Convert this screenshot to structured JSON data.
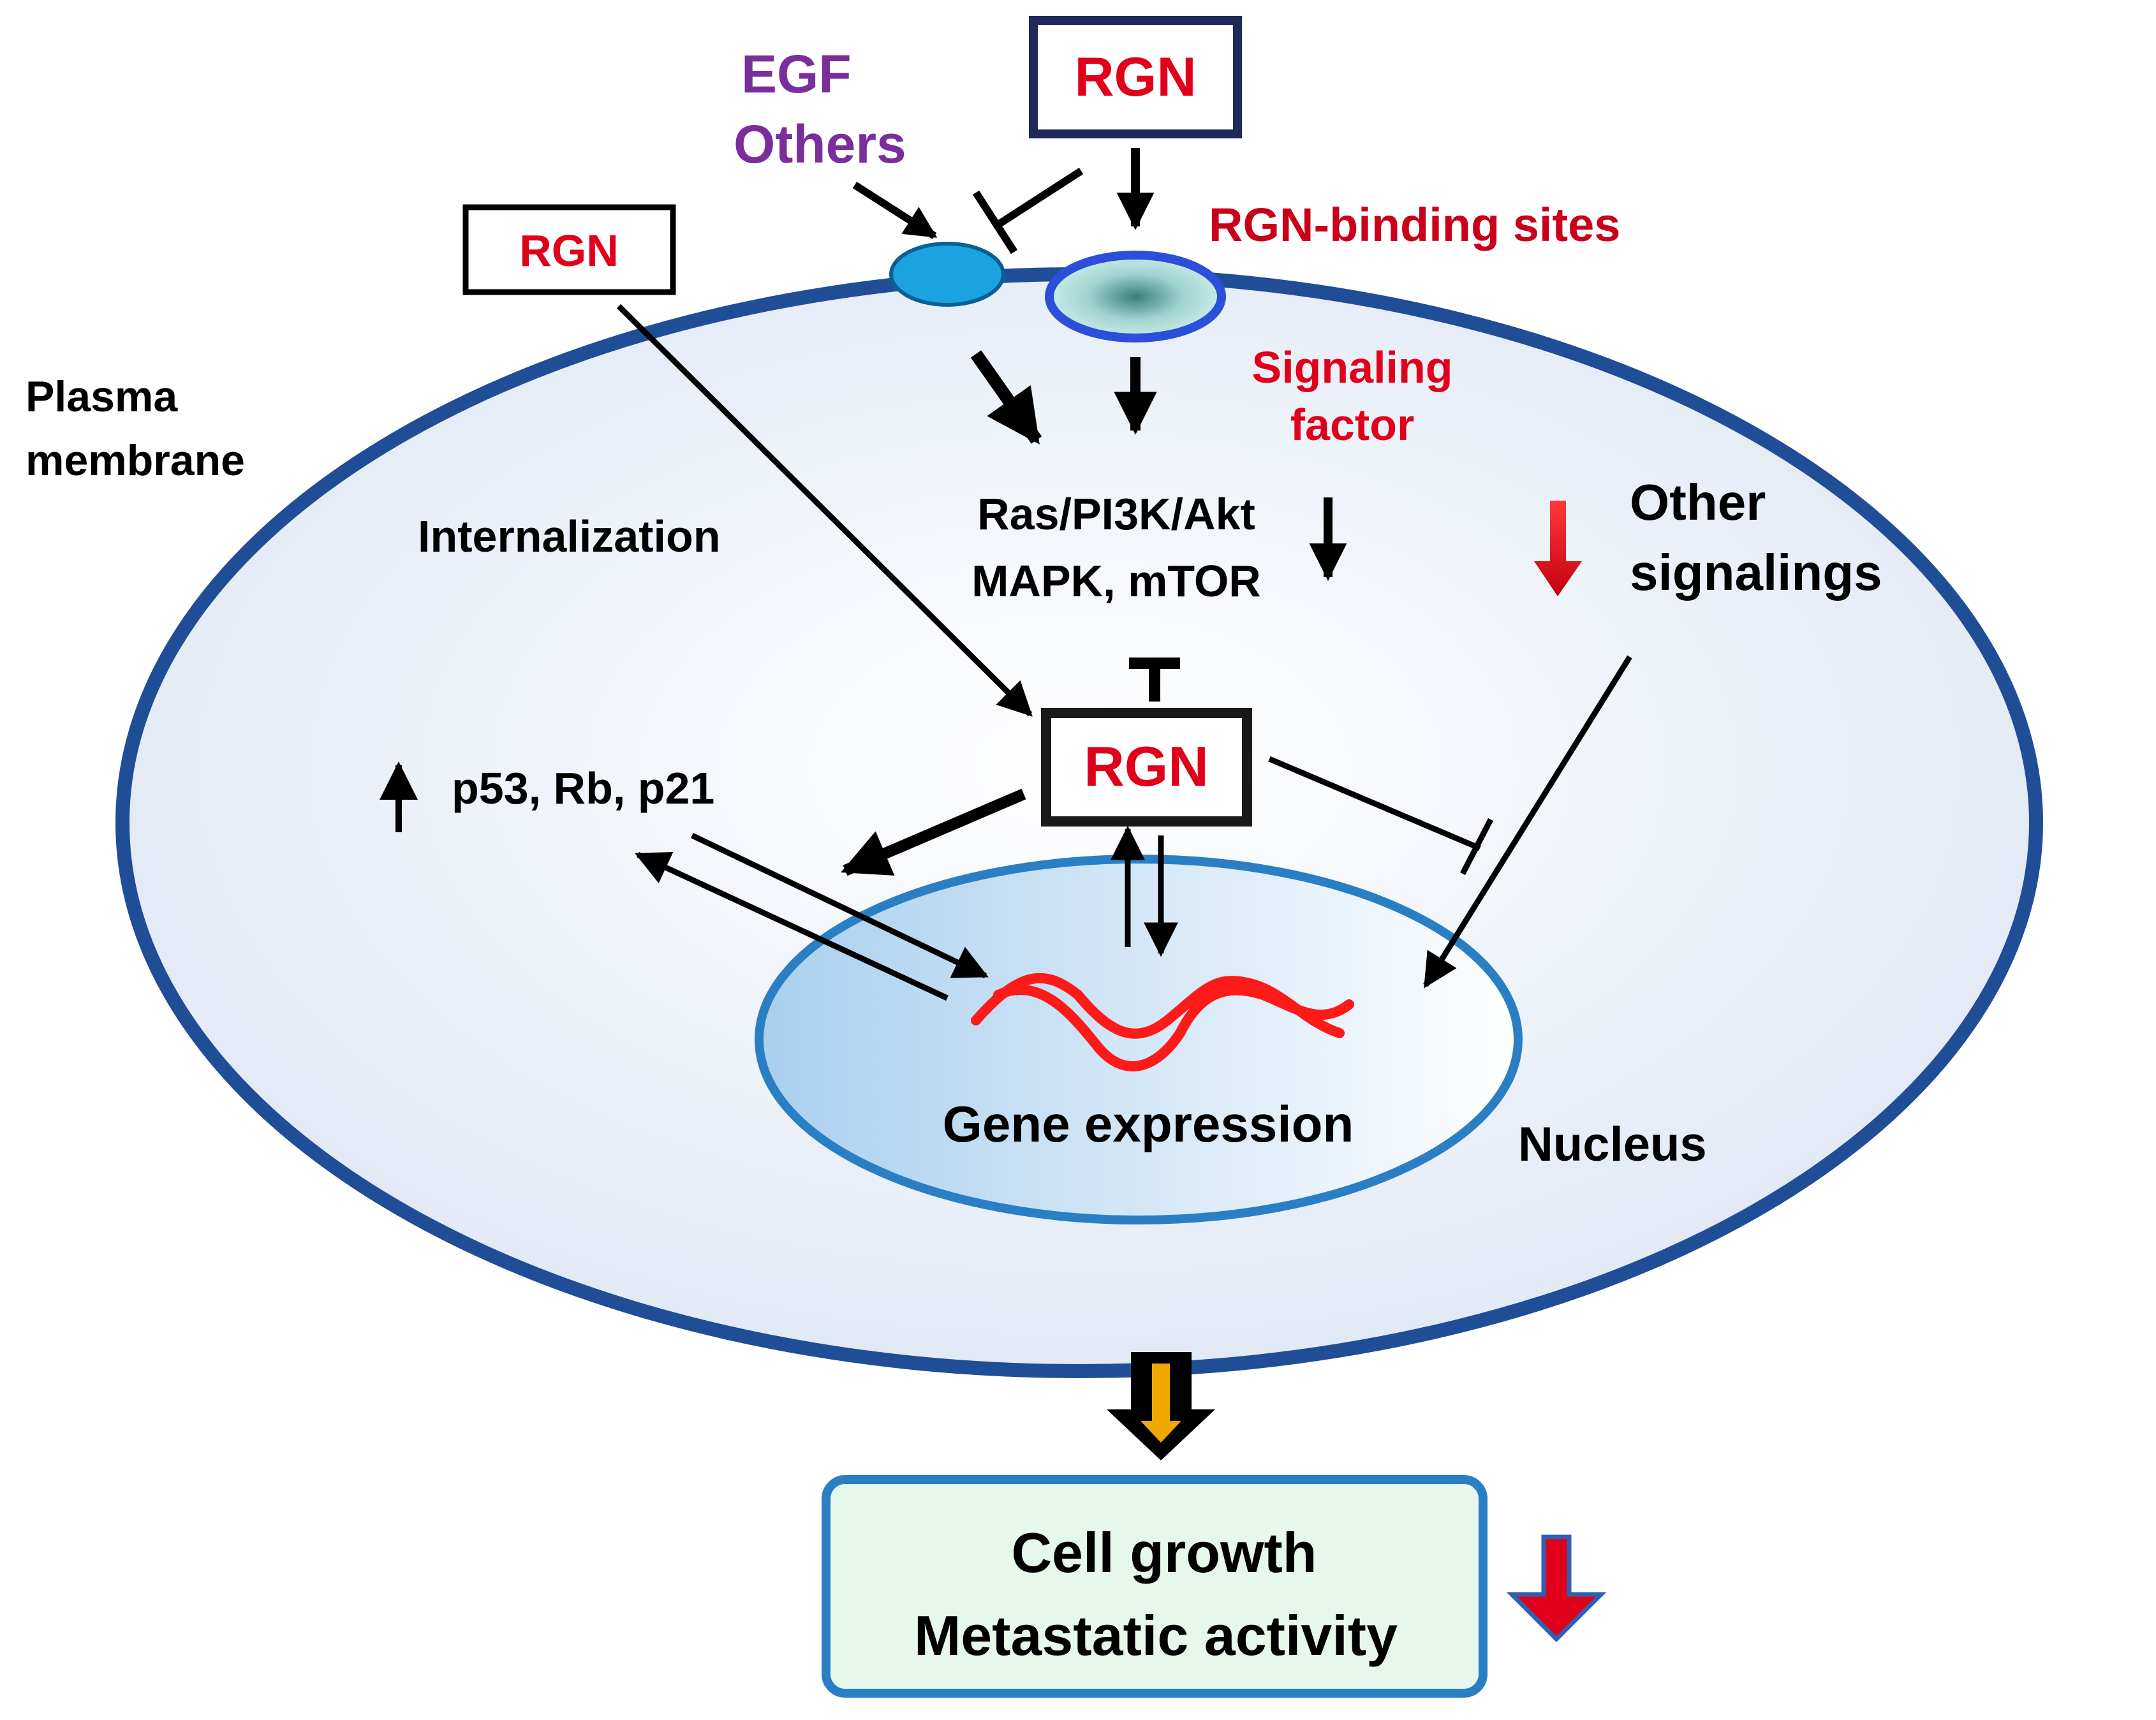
{
  "labels": {
    "rgn_top": "RGN",
    "rgn_left": "RGN",
    "rgn_center": "RGN",
    "egf": "EGF",
    "others": "Others",
    "rgn_binding_sites": "RGN-binding sites",
    "signaling": "Signaling",
    "factor": "factor",
    "plasma": "Plasma",
    "membrane": "membrane",
    "internalization": "Internalization",
    "pathway_line1": "Ras/PI3K/Akt",
    "pathway_line2": "MAPK, mTOR",
    "other": "Other",
    "signalings": "signalings",
    "p53": "p53, Rb, p21",
    "gene_expression": "Gene expression",
    "nucleus": "Nucleus",
    "cell_growth": "Cell growth",
    "metastatic_activity": "Metastatic activity"
  },
  "colors": {
    "membrane": "#1f4e96",
    "cytoplasm": "#e8eef8",
    "nucleus_border": "#2a7fc4",
    "nucleus_fill": "#bcd9f0",
    "receptor": "#1aa3e0",
    "binding_site_border": "#2b4fd8",
    "binding_site_fill": "#a8d9d6",
    "dna": "#ff1a1a",
    "rgn_text": "#e0001b",
    "egf_text": "#7a2e9c",
    "decrease_arrow": "#e0001b",
    "output_box_border": "#2a7fc4",
    "output_box_fill": "#e6f7ec",
    "yellow_arrow": "#f0a800"
  }
}
